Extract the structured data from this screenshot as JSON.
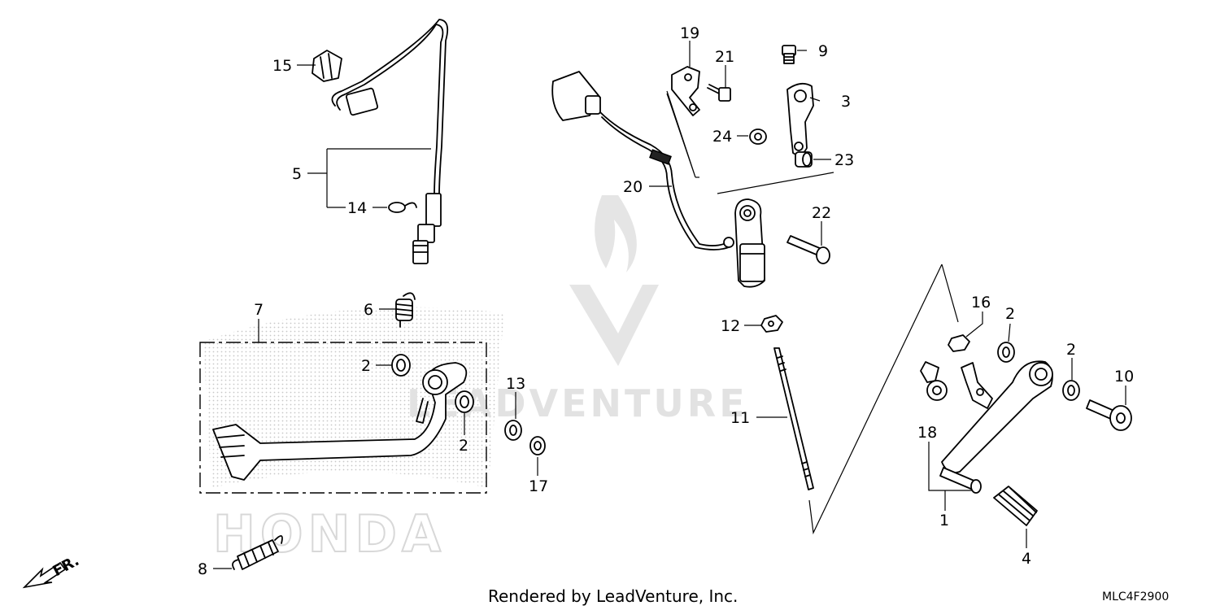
{
  "diagram": {
    "callouts": {
      "c1": "1",
      "c2a": "2",
      "c2b": "2",
      "c2c": "2",
      "c2d": "2",
      "c3": "3",
      "c4": "4",
      "c5": "5",
      "c6": "6",
      "c7": "7",
      "c8": "8",
      "c9": "9",
      "c10": "10",
      "c11": "11",
      "c12": "12",
      "c13": "13",
      "c14": "14",
      "c15": "15",
      "c16": "16",
      "c17": "17",
      "c18": "18",
      "c19": "19",
      "c20": "20",
      "c21": "21",
      "c22": "22",
      "c23": "23",
      "c24": "24"
    },
    "direction_label": "FR.",
    "footer_text": "Rendered by LeadVenture, Inc.",
    "diagram_code": "MLC4F2900",
    "watermark_text": "LEADVENTURE",
    "brand_watermark": "HONDA"
  }
}
